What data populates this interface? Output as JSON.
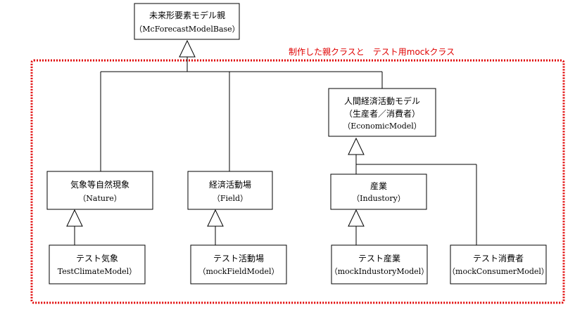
{
  "colors": {
    "frame": "#e00000",
    "line": "#000000",
    "box_fill": "#ffffff"
  },
  "frame_label": "制作した親クラスと　テスト用mockクラス",
  "nodes": {
    "base": {
      "line1": "未来形要素モデル親",
      "line2": "（McForecastModelBase）"
    },
    "economic": {
      "line1": "人間経済活動モデル",
      "line2": "（生産者／消費者）",
      "line3": "（EconomicModel）"
    },
    "nature": {
      "line1": "気象等自然現象",
      "line2": "（Nature）"
    },
    "field": {
      "line1": "経済活動場",
      "line2": "（Field）"
    },
    "industry": {
      "line1": "産業",
      "line2": "（Industory）"
    },
    "test_climate": {
      "line1": "テスト気象",
      "line2": "TestClimateModel）"
    },
    "test_field": {
      "line1": "テスト活動場",
      "line2": "（mockFieldModel）"
    },
    "test_industry": {
      "line1": "テスト産業",
      "line2": "（mockIndustoryModel）"
    },
    "test_consumer": {
      "line1": "テスト消費者",
      "line2": "（mockConsumerModel）"
    }
  }
}
